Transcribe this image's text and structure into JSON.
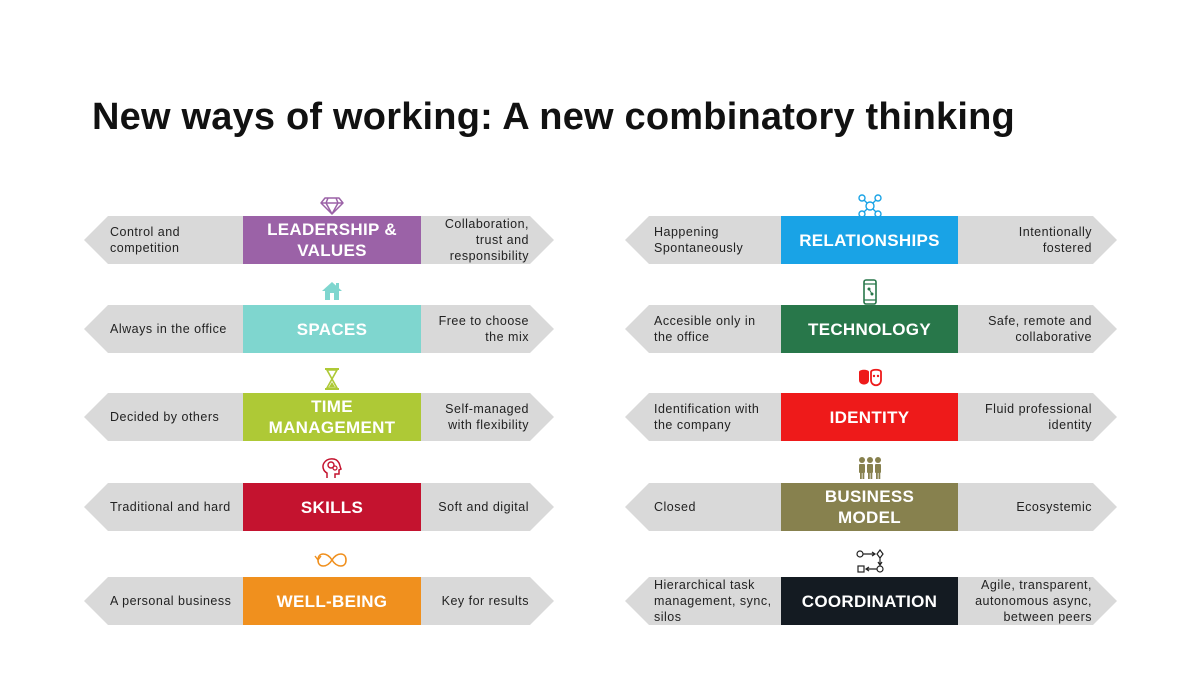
{
  "title": "New ways of working: A new combinatory thinking",
  "left_column": [
    {
      "label": "LEADERSHIP & VALUES",
      "from": "Control and competition",
      "to": "Collaboration, trust and responsibility",
      "color": "#9b62a7",
      "icon": "diamond-icon"
    },
    {
      "label": "SPACES",
      "from": "Always in the office",
      "to": "Free to choose the mix",
      "color": "#7fd6cf",
      "icon": "house-icon"
    },
    {
      "label": "TIME MANAGEMENT",
      "from": "Decided by others",
      "to": "Self-managed with flexibility",
      "color": "#aec936",
      "icon": "hourglass-icon"
    },
    {
      "label": "SKILLS",
      "from": "Traditional and hard",
      "to": "Soft and digital",
      "color": "#c4132f",
      "icon": "head-gears-icon"
    },
    {
      "label": "WELL-BEING",
      "from": "A personal business",
      "to": "Key for results",
      "color": "#f0901e",
      "icon": "infinity-icon"
    }
  ],
  "right_column": [
    {
      "label": "RELATIONSHIPS",
      "from": "Happening Spontaneously",
      "to": "Intentionally fostered",
      "color": "#19a3e6",
      "icon": "network-icon"
    },
    {
      "label": "TECHNOLOGY",
      "from": "Accesible only in the office",
      "to": "Safe, remote and collaborative",
      "color": "#28774a",
      "icon": "smartphone-icon"
    },
    {
      "label": "IDENTITY",
      "from": "Identification with the company",
      "to": "Fluid professional identity",
      "color": "#ee1a1a",
      "icon": "masks-icon"
    },
    {
      "label": "BUSINESS MODEL",
      "from": "Closed",
      "to": "Ecosystemic",
      "color": "#87814e",
      "icon": "people-icon"
    },
    {
      "label": "COORDINATION",
      "from": "Hierarchical task management, sync, silos",
      "to": "Agile, transparent, autonomous async, between peers",
      "color": "#141b22",
      "icon": "workflow-icon"
    }
  ]
}
